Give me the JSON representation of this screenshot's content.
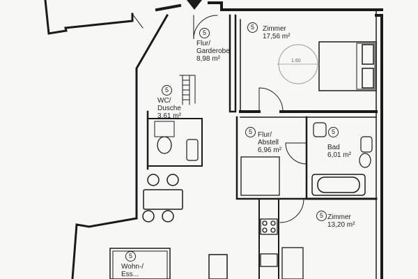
{
  "plan": {
    "badge_text": "5",
    "rooms": [
      {
        "id": "flur-garderobe",
        "lines": [
          "Flur/",
          "Garderobe",
          "8,98 m²"
        ]
      },
      {
        "id": "zimmer-1",
        "lines": [
          "Zimmer",
          "17,56 m²"
        ]
      },
      {
        "id": "wc-dusche",
        "lines": [
          "WC/",
          "Dusche",
          "3,61 m²"
        ]
      },
      {
        "id": "flur-abstell",
        "lines": [
          "Flur/",
          "Abstell",
          "6,96 m²"
        ]
      },
      {
        "id": "bad",
        "lines": [
          "Bad",
          "6,01 m²"
        ]
      },
      {
        "id": "zimmer-2",
        "lines": [
          "Zimmer",
          "13,20 m²"
        ]
      },
      {
        "id": "wohn-essen",
        "lines": [
          "Wohn-/",
          "Ess..."
        ]
      }
    ],
    "bed_dimension": "1.60"
  }
}
